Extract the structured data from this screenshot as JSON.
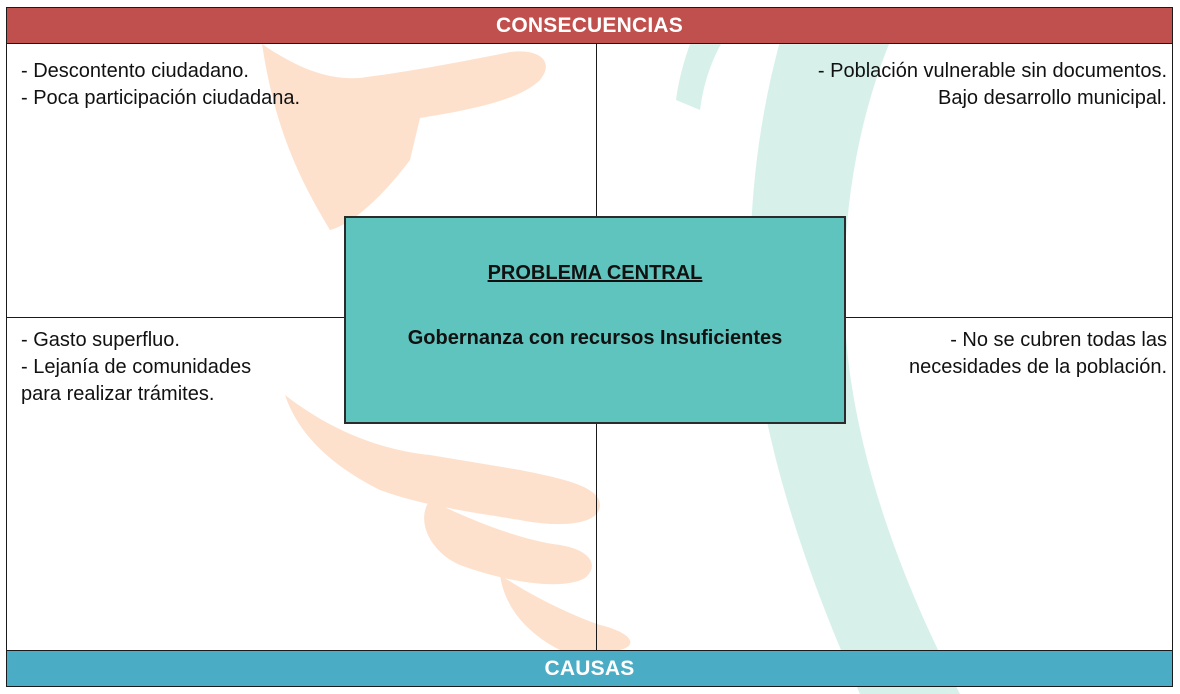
{
  "header": {
    "label": "CONSECUENCIAS"
  },
  "footer": {
    "label": "CAUSAS"
  },
  "quadrants": {
    "top_left": [
      "- Descontento ciudadano.",
      "- Poca participación ciudadana."
    ],
    "top_right": [
      "- Población vulnerable sin documentos.",
      "Bajo desarrollo municipal."
    ],
    "bottom_left": [
      "- Gasto superfluo.",
      "- Lejanía de comunidades",
      "para realizar trámites."
    ],
    "bottom_right": [
      "- No se cubren todas las",
      "necesidades de la población."
    ]
  },
  "center": {
    "title": "PROBLEMA CENTRAL",
    "subtitle": "Gobernanza con recursos Insuficientes"
  },
  "colors": {
    "header_bg": "#c0504d",
    "footer_bg": "#4bacc6",
    "center_bg": "#5fc4bd",
    "watermark_orange": "#fde1cc",
    "watermark_green": "#d7f1ea"
  }
}
